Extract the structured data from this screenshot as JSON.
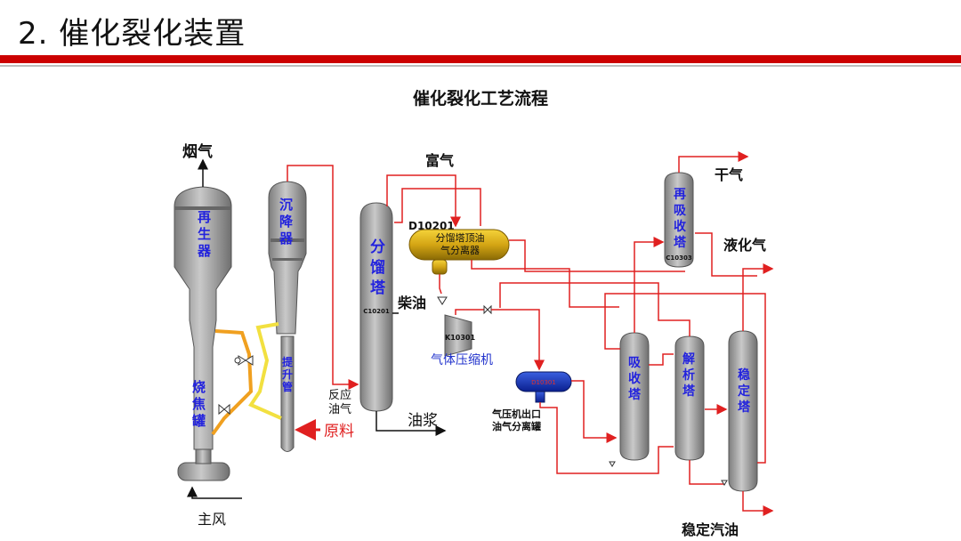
{
  "header": {
    "title": "2. 催化裂化装置"
  },
  "diagram": {
    "title": "催化裂化工艺流程",
    "vessels": {
      "regenerator": [
        "再",
        "生",
        "器"
      ],
      "coke_burner": [
        "烧",
        "焦",
        "罐"
      ],
      "settler": [
        "沉",
        "降",
        "器"
      ],
      "riser": [
        "提",
        "升",
        "管"
      ],
      "fractionator": [
        "分",
        "馏",
        "塔"
      ],
      "fractionator_code": "C10201",
      "top_drum_code": "D10201",
      "top_drum_line1": "分馏塔顶油",
      "top_drum_line2": "气分离器",
      "compressor_code": "K10301",
      "compressor_label": "气体压缩机",
      "outlet_drum_code": "D10301",
      "outlet_drum_line1": "气压机出口",
      "outlet_drum_line2": "油气分离罐",
      "reabsorber": [
        "再",
        "吸",
        "收",
        "塔"
      ],
      "reabsorber_code": "C10303",
      "absorber": [
        "吸",
        "收",
        "塔"
      ],
      "desorber": [
        "解",
        "析",
        "塔"
      ],
      "stabilizer": [
        "稳",
        "定",
        "塔"
      ]
    },
    "streams": {
      "flue_gas": "烟气",
      "main_air": "主风",
      "rich_gas": "富气",
      "diesel": "柴油",
      "slurry": "油浆",
      "reaction_line1": "反应",
      "reaction_line2": "油气",
      "feed": "原料",
      "dry_gas": "干气",
      "lpg": "液化气",
      "gasoline": "稳定汽油"
    }
  }
}
